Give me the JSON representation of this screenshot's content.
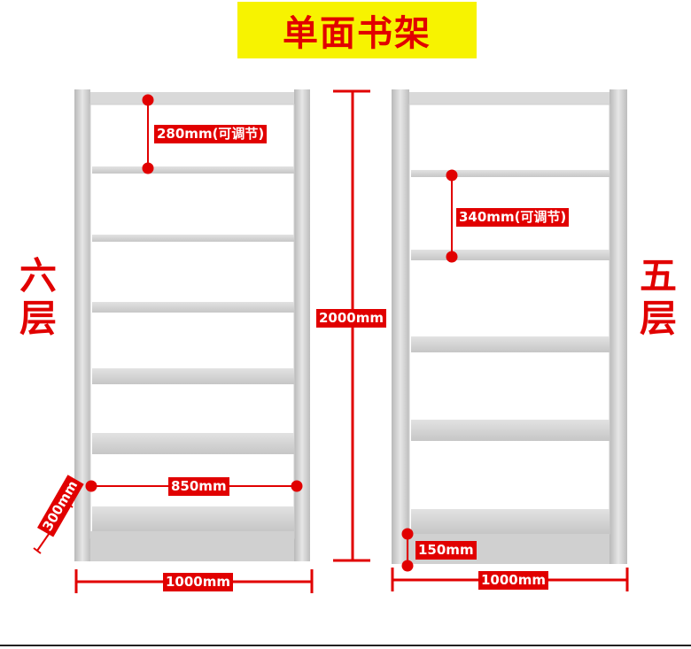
{
  "title": "单面书架",
  "left_label": [
    "六",
    "层"
  ],
  "right_label": [
    "五",
    "层"
  ],
  "dimensions": {
    "left_shelf_gap": "280mm(可调节)",
    "right_shelf_gap": "340mm(可调节)",
    "height": "2000mm",
    "inner_width": "850mm",
    "depth": "300mm",
    "left_width": "1000mm",
    "right_width": "1000mm",
    "base_height": "150mm"
  },
  "colors": {
    "title_bg": "#f7f300",
    "accent_red": "#e10000",
    "frame_gray": "#c9c9c9",
    "shelf_gray": "#d4d4d4"
  }
}
